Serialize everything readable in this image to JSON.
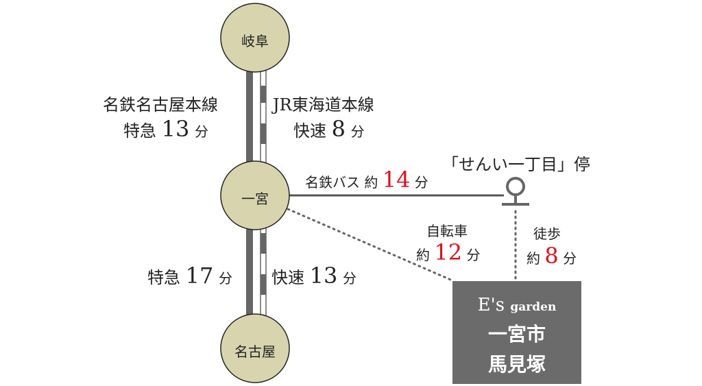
{
  "stations": {
    "gifu": "岐阜",
    "ichinomiya": "一宮",
    "nagoya": "名古屋"
  },
  "upper": {
    "meitetsu_line": "名鉄名古屋本線",
    "meitetsu_type": "特急",
    "meitetsu_min": "13",
    "unit": "分",
    "jr_line": "JR東海道本線",
    "jr_type": "快速",
    "jr_min": "8"
  },
  "lower": {
    "meitetsu_type": "特急",
    "meitetsu_min": "17",
    "jr_type": "快速",
    "jr_min": "13",
    "unit": "分"
  },
  "bus": {
    "label": "名鉄バス 約",
    "min": "14",
    "unit": "分",
    "stop": "「せんい一丁目」停"
  },
  "bike": {
    "label": "自転車",
    "prefix": "約",
    "min": "12",
    "unit": "分"
  },
  "walk": {
    "label": "徒歩",
    "prefix": "約",
    "min": "8",
    "unit": "分"
  },
  "destination": {
    "brand": "E's",
    "brand_sub": "garden",
    "line1": "一宮市",
    "line2": "馬見塚"
  },
  "colors": {
    "station_fill": "#d8d5ae",
    "line": "#666666",
    "box": "#6b6b6b",
    "accent": "#e0101a"
  }
}
